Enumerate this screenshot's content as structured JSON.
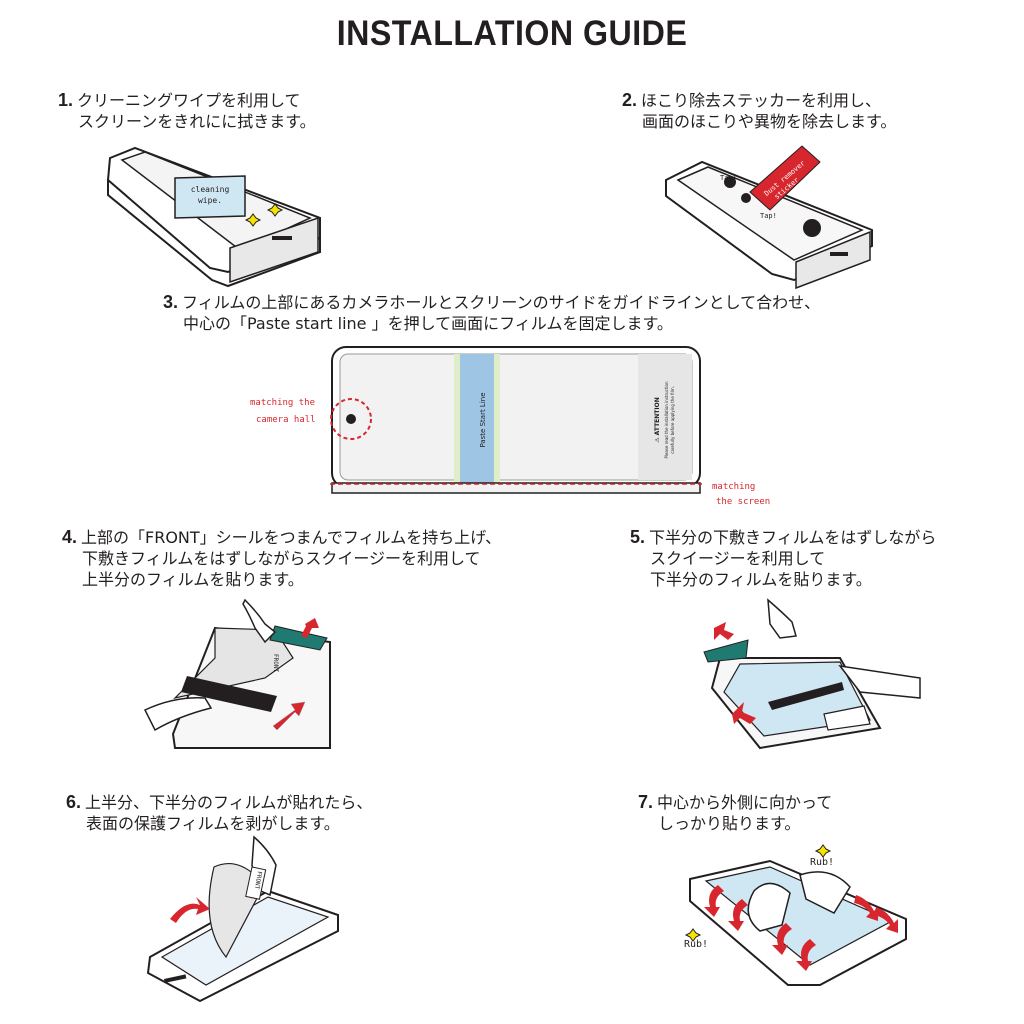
{
  "title": "INSTALLATION GUIDE",
  "colors": {
    "accent_red": "#d7262d",
    "teal": "#1f7a72",
    "screen_blue": "#cfe6f3",
    "ink": "#231f20"
  },
  "steps": [
    {
      "num": "1.",
      "line1": "クリーニングワイプを利用して",
      "line2": "スクリーンをきれにに拭きます。"
    },
    {
      "num": "2.",
      "line1": "ほこり除去ステッカーを利用し、",
      "line2": "画面のほこりや異物を除去します。"
    },
    {
      "num": "3.",
      "line1": "フィルムの上部にあるカメラホールとスクリーンのサイドをガイドラインとして合わせ、",
      "line2": "中心の「Paste start line 」を押して画面にフィルムを固定します。"
    },
    {
      "num": "4.",
      "line1": "上部の「FRONT」シールをつまんでフィルムを持ち上げ、",
      "line2": "下敷きフィルムをはずしながらスクイージーを利用して",
      "line3": "上半分のフィルムを貼ります。"
    },
    {
      "num": "5.",
      "line1": "下半分の下敷きフィルムをはずしながら",
      "line2": "スクイージーを利用して",
      "line3": "下半分のフィルムを貼ります。"
    },
    {
      "num": "6.",
      "line1": "上半分、下半分のフィルムが貼れたら、",
      "line2": "表面の保護フィルムを剥がします。"
    },
    {
      "num": "7.",
      "line1": "中心から外側に向かって",
      "line2": "しっかり貼ります。"
    }
  ],
  "illustrations": {
    "wipe_label_1": "cleaning",
    "wipe_label_2": "wipe.",
    "dust_sticker_1": "Dust remover",
    "dust_sticker_2": "sticker",
    "tap_1": "Tap!",
    "tap_2": "Tap!",
    "camera_label_1": "matching the",
    "camera_label_2": "camera hall",
    "screen_label_1": "matching",
    "screen_label_2": "the screen",
    "paste_line": "Paste Start Line",
    "attention_title": "⚠ ATTENTION",
    "attention_text_1": "Please read the installation instruction",
    "attention_text_2": "carefully before applying the film.",
    "front_tab": "FRONT",
    "rub_1": "Rub!",
    "rub_2": "Rub!"
  }
}
